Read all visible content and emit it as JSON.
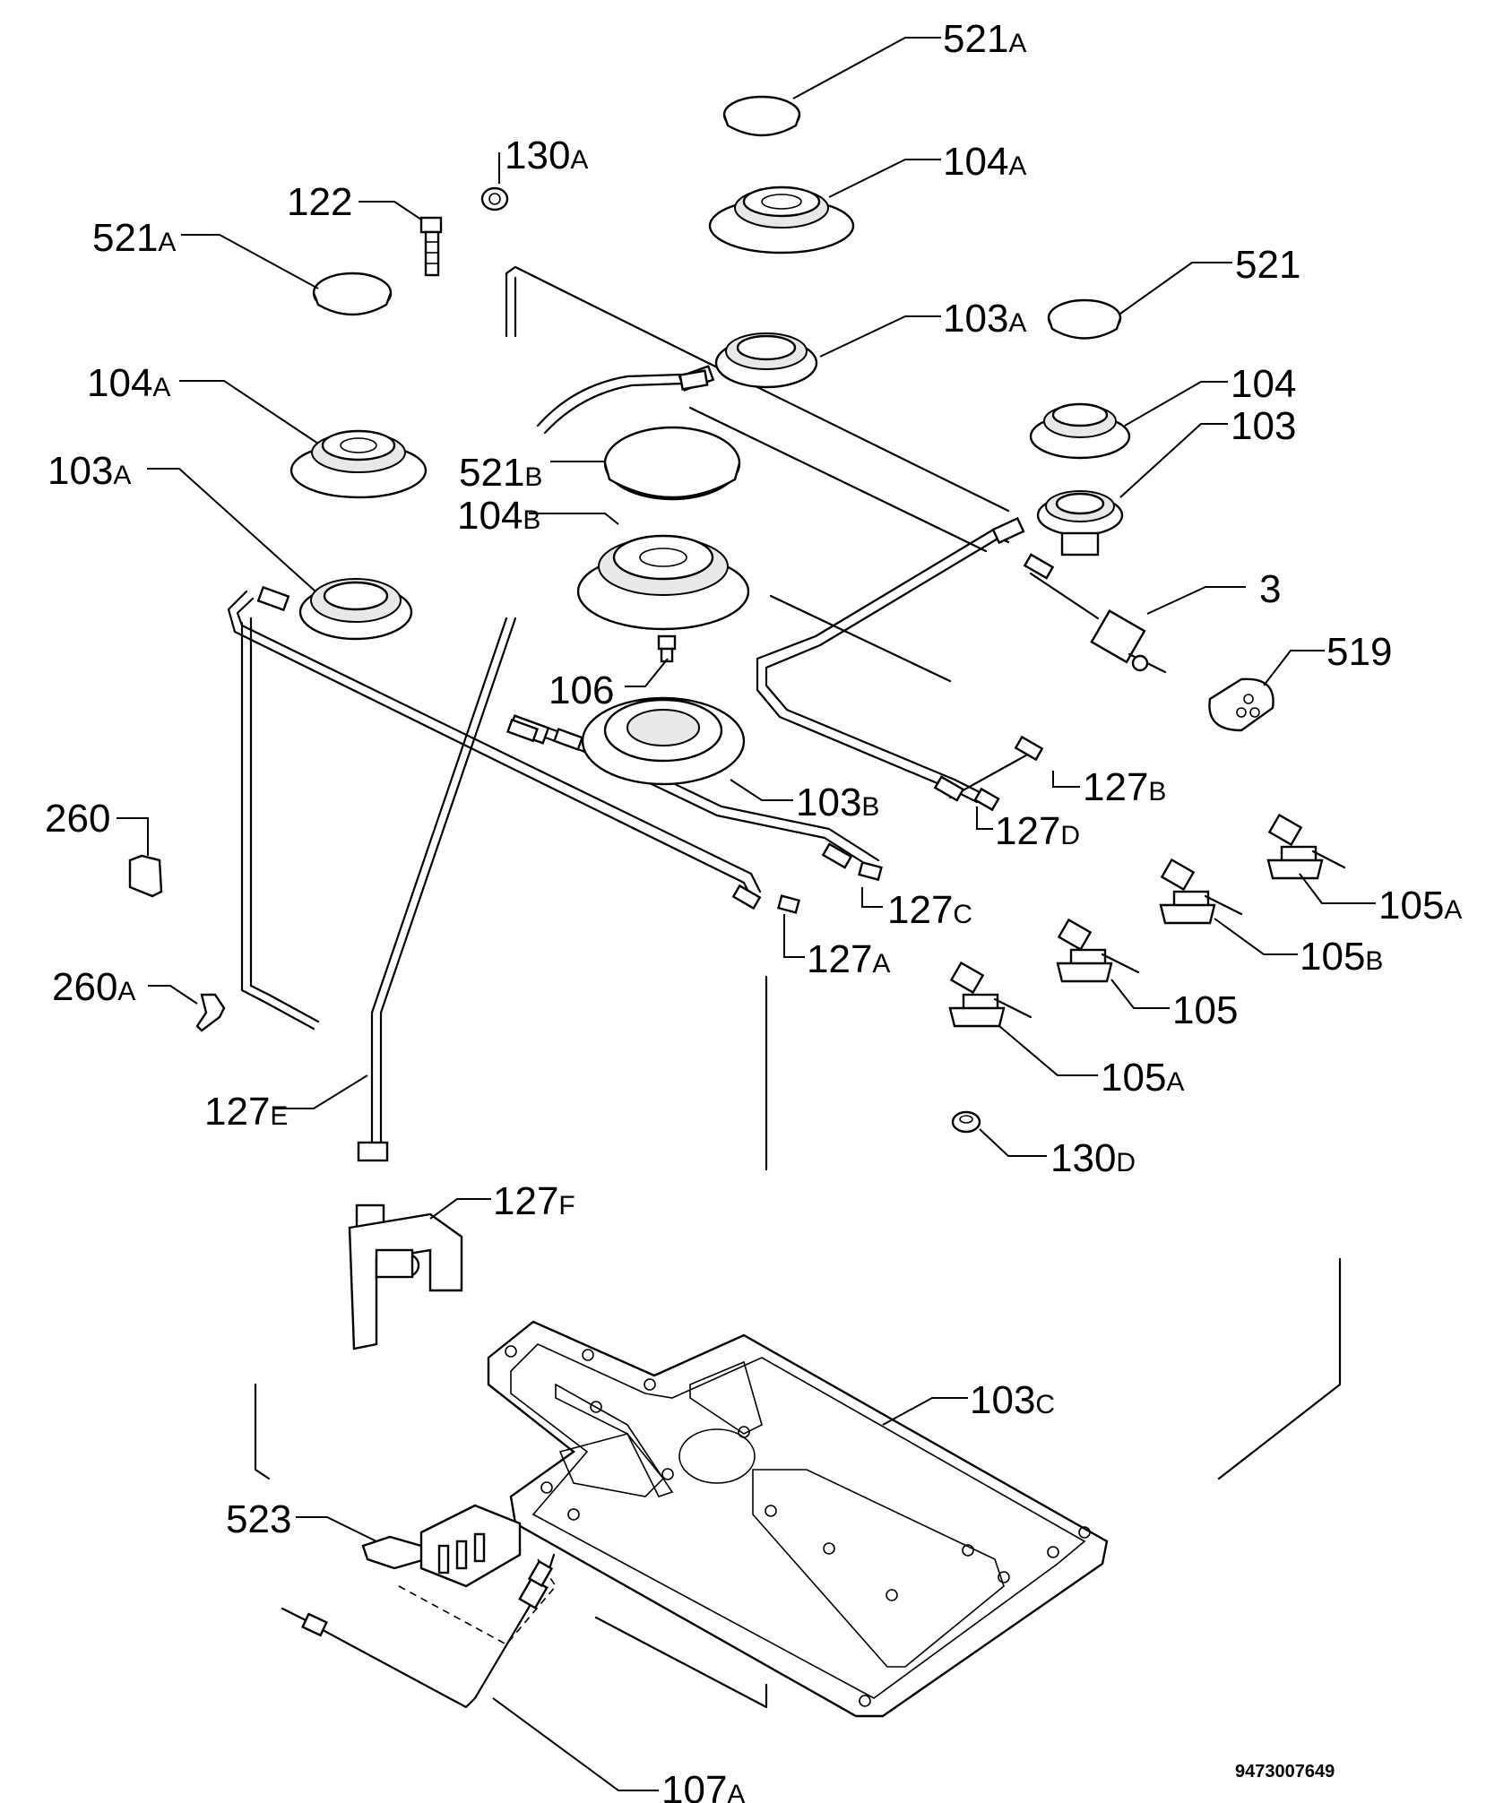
{
  "doc_number": "9473007649",
  "labels": {
    "p521a_top": {
      "num": "521",
      "suf": "A"
    },
    "p104a_top": {
      "num": "104",
      "suf": "A"
    },
    "p130a": {
      "num": "130",
      "suf": "A"
    },
    "p122": {
      "num": "122",
      "suf": ""
    },
    "p521a_left": {
      "num": "521",
      "suf": "A"
    },
    "p521": {
      "num": "521",
      "suf": ""
    },
    "p103a_top": {
      "num": "103",
      "suf": "A"
    },
    "p104a_left": {
      "num": "104",
      "suf": "A"
    },
    "p104": {
      "num": "104",
      "suf": ""
    },
    "p103": {
      "num": "103",
      "suf": ""
    },
    "p521b": {
      "num": "521",
      "suf": "B"
    },
    "p103a_left": {
      "num": "103",
      "suf": "A"
    },
    "p104b": {
      "num": "104",
      "suf": "B"
    },
    "p3": {
      "num": "3",
      "suf": ""
    },
    "p519": {
      "num": "519",
      "suf": ""
    },
    "p106": {
      "num": "106",
      "suf": ""
    },
    "p127b": {
      "num": "127",
      "suf": "B"
    },
    "p103b": {
      "num": "103",
      "suf": "B"
    },
    "p127d": {
      "num": "127",
      "suf": "D"
    },
    "p260": {
      "num": "260",
      "suf": ""
    },
    "p105a_r": {
      "num": "105",
      "suf": "A"
    },
    "p127c": {
      "num": "127",
      "suf": "C"
    },
    "p105b": {
      "num": "105",
      "suf": "B"
    },
    "p127a": {
      "num": "127",
      "suf": "A"
    },
    "p260a": {
      "num": "260",
      "suf": "A"
    },
    "p105": {
      "num": "105",
      "suf": ""
    },
    "p105a_l": {
      "num": "105",
      "suf": "A"
    },
    "p127e": {
      "num": "127",
      "suf": "E"
    },
    "p130d": {
      "num": "130",
      "suf": "D"
    },
    "p127f": {
      "num": "127",
      "suf": "F"
    },
    "p103c": {
      "num": "103",
      "suf": "C"
    },
    "p523": {
      "num": "523",
      "suf": ""
    },
    "p107a": {
      "num": "107",
      "suf": "A"
    }
  }
}
